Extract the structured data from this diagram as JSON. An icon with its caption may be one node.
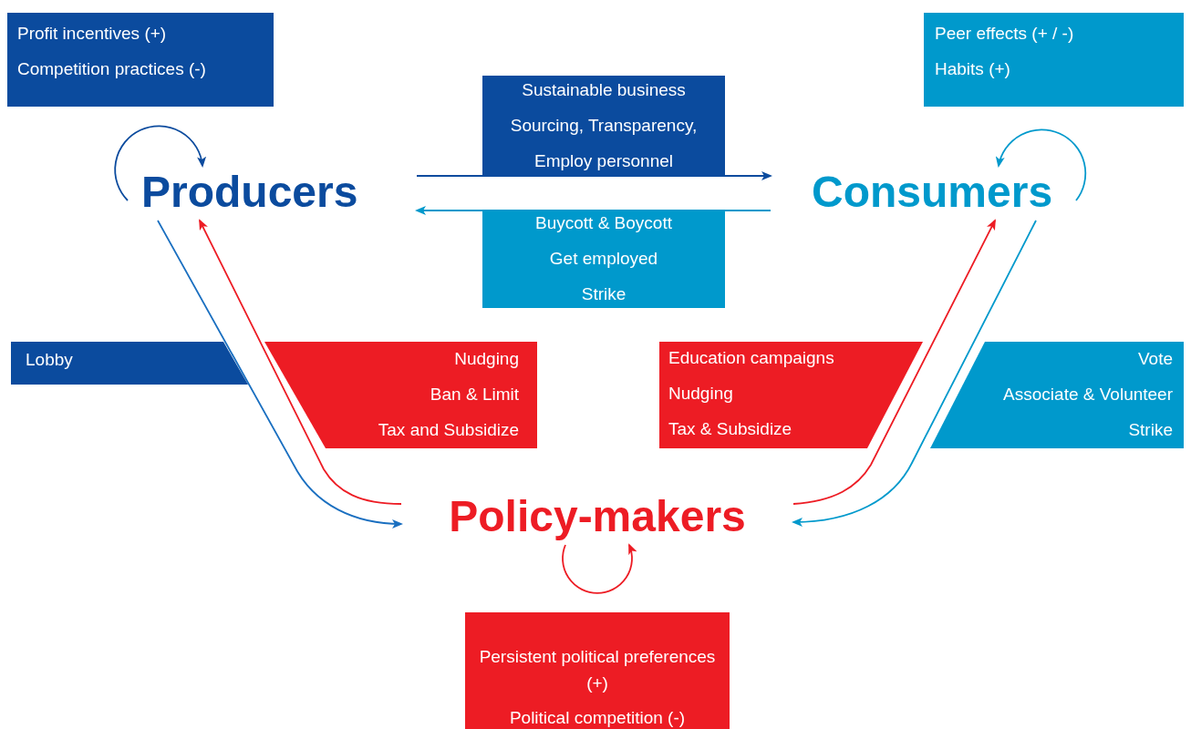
{
  "diagram": {
    "nodes": [
      {
        "text": [
          "Producers"
        ]
      },
      {
        "text": [
          "Consumers"
        ]
      },
      {
        "text": [
          "Policy-makers"
        ]
      },
      {
        "text": [
          "Profit incentives (+)",
          "Competition practices (-)"
        ]
      },
      {
        "text": [
          "Peer effects (+ / -)",
          "Habits (+)"
        ]
      },
      {
        "text": [
          "Sustainable business",
          "Sourcing, Transparency,",
          "Employ personnel"
        ]
      },
      {
        "text": [
          "Buycott & Boycott",
          "Get employed",
          "Strike"
        ]
      },
      {
        "text": [
          "Lobby"
        ]
      },
      {
        "text": [
          "Nudging",
          "Ban & Limit",
          "Tax and Subsidize"
        ]
      },
      {
        "text": [
          "Education campaigns",
          "Nudging",
          "Tax & Subsidize"
        ]
      },
      {
        "text": [
          "Vote",
          "Associate & Volunteer",
          "Strike"
        ]
      },
      {
        "text": [
          "Persistent political preferences (+)",
          "Political competition (-)"
        ]
      }
    ],
    "edges": [
      {
        "from": 0,
        "to": 1,
        "arrow": "to",
        "color": "#0b4b9e"
      },
      {
        "from": 1,
        "to": 0,
        "arrow": "to",
        "color": "#0099cc"
      },
      {
        "from": 0,
        "to": 2,
        "arrow": "to",
        "color": "#1a6fc0"
      },
      {
        "from": 2,
        "to": 0,
        "arrow": "to",
        "color": "#ed1c24"
      },
      {
        "from": 1,
        "to": 2,
        "arrow": "to",
        "color": "#0099cc"
      },
      {
        "from": 2,
        "to": 1,
        "arrow": "to",
        "color": "#ed1c24"
      },
      {
        "from": 0,
        "to": 0,
        "arrow": "to",
        "color": "#0b4b9e"
      },
      {
        "from": 1,
        "to": 1,
        "arrow": "to",
        "color": "#0099cc"
      },
      {
        "from": 2,
        "to": 2,
        "arrow": "to",
        "color": "#ed1c24"
      }
    ]
  }
}
